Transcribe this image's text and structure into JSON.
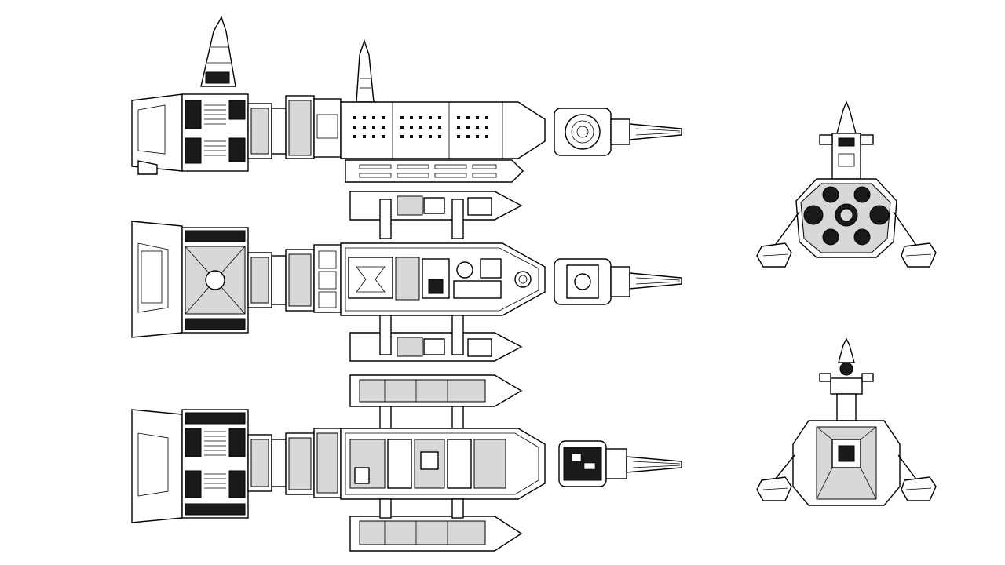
{
  "image": {
    "background": "#ffffff",
    "ink": "#000000"
  },
  "views": [
    {
      "name": "side-view"
    },
    {
      "name": "top-view"
    },
    {
      "name": "bottom-view"
    },
    {
      "name": "rear-view"
    },
    {
      "name": "front-view"
    }
  ]
}
